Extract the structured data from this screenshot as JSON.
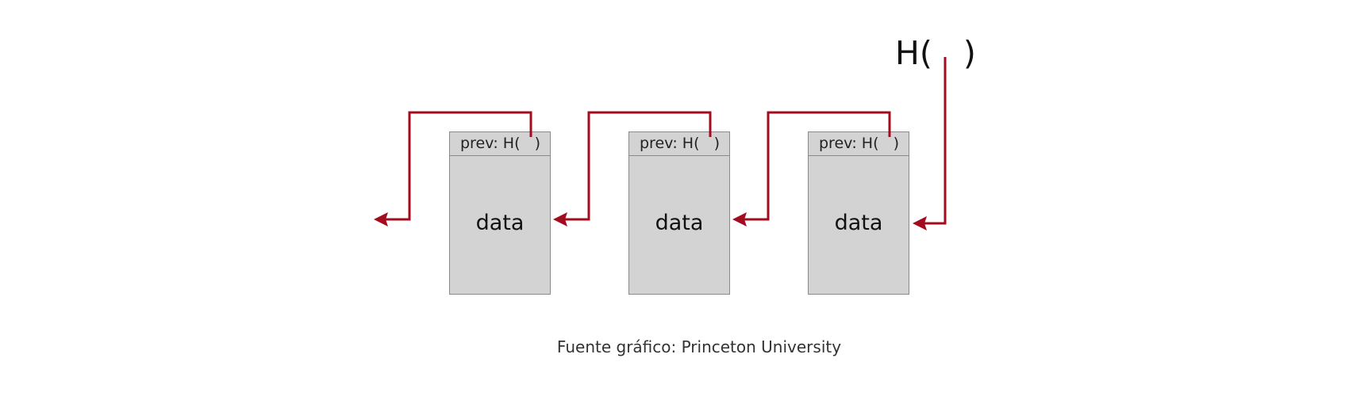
{
  "head": {
    "label": "H(   )"
  },
  "blocks": [
    {
      "header_label": "prev: H(   )",
      "body_label": "data"
    },
    {
      "header_label": "prev: H(   )",
      "body_label": "data"
    },
    {
      "header_label": "prev: H(   )",
      "body_label": "data"
    }
  ],
  "caption": "Fuente gráfico: Princeton University",
  "colors": {
    "pointer": "#a30c1e",
    "block_fill": "#d3d3d3",
    "block_border": "#8a8a8a"
  }
}
